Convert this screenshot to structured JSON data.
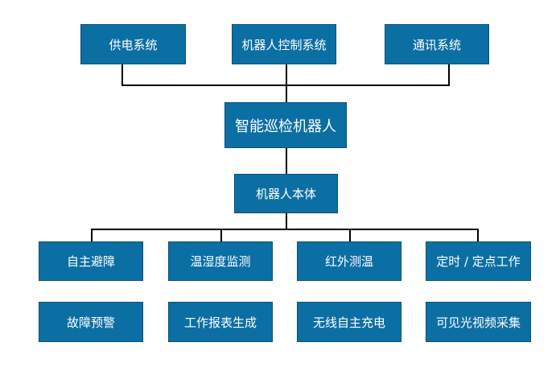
{
  "diagram": {
    "top_systems": [
      "供电系统",
      "机器人控制系统",
      "通讯系统"
    ],
    "center": "智能巡检机器人",
    "body": "机器人本体",
    "row1": [
      "自主避障",
      "温湿度监测",
      "红外测温",
      "定时 / 定点工作"
    ],
    "row2": [
      "故障预警",
      "工作报表生成",
      "无线自主充电",
      "可见光视频采集"
    ],
    "colors": {
      "box_fill": "#0b6fa4",
      "box_border": "#074e78",
      "text": "#ffffff",
      "connector": "#000000"
    }
  }
}
